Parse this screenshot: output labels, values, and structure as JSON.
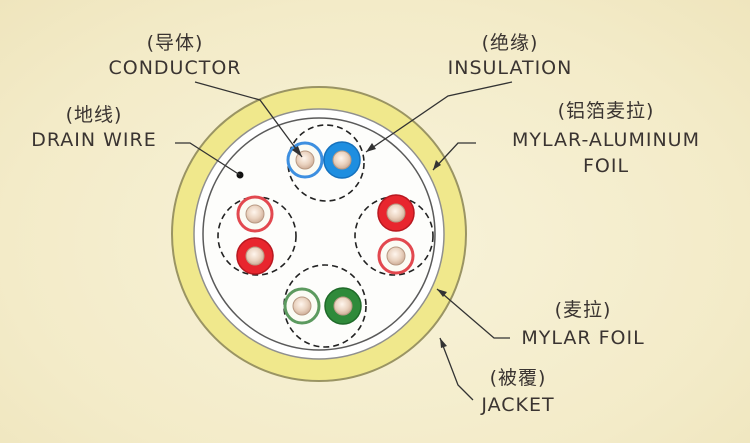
{
  "labels": {
    "conductor": {
      "cn": "(导体)",
      "en": "CONDUCTOR"
    },
    "insulation": {
      "cn": "(绝缘)",
      "en": "INSULATION"
    },
    "drain_wire": {
      "cn": "(地线)",
      "en": "DRAIN WIRE"
    },
    "mylar_aluminum_foil": {
      "cn": "(铝箔麦拉)",
      "en1": "MYLAR-ALUMINUM",
      "en2": "FOIL"
    },
    "mylar_foil": {
      "cn": "(麦拉)",
      "en": "MYLAR FOIL"
    },
    "jacket": {
      "cn": "(被覆)",
      "en": "JACKET"
    }
  },
  "colors": {
    "background": "#f4ecca",
    "jacket": "#f0e88c",
    "foil": "#ffffff",
    "blue": "#1e8ee0",
    "red": "#e8262e",
    "green": "#2f8a3a",
    "white_stripe": "#fbfbf4",
    "conductor": "#ecd6c2"
  }
}
